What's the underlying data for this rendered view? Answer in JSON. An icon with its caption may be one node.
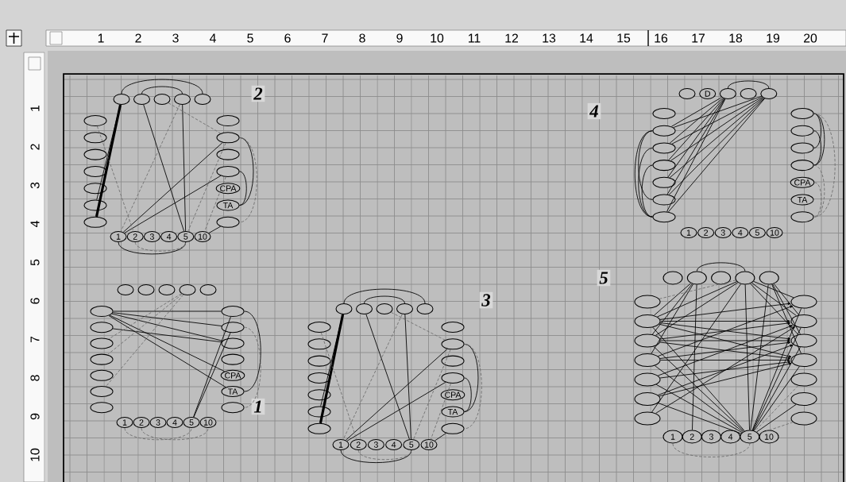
{
  "diagram": {
    "nodes": [
      {
        "text": [],
        "shape": "circle"
      },
      {
        "text": [],
        "shape": "circle"
      },
      {
        "text": [],
        "shape": "circle"
      },
      {
        "text": [],
        "shape": "circle"
      },
      {
        "text": [],
        "shape": "circle"
      },
      {
        "text": [],
        "shape": "circle"
      },
      {
        "text": [],
        "shape": "circle"
      },
      {
        "text": [],
        "shape": "circle"
      },
      {
        "text": [],
        "shape": "circle"
      },
      {
        "text": [],
        "shape": "circle"
      },
      {
        "text": [],
        "shape": "circle"
      },
      {
        "text": [],
        "shape": "circle"
      },
      {
        "text": [],
        "shape": "circle"
      },
      {
        "text": [],
        "shape": "circle"
      },
      {
        "text": [],
        "shape": "circle"
      },
      {
        "text": [],
        "shape": "circle"
      },
      {
        "text": [
          "CPA"
        ]
      },
      {
        "text": [
          "TA"
        ]
      },
      {
        "text": [],
        "shape": "circle"
      },
      {
        "text": [
          "1"
        ]
      },
      {
        "text": [
          "2"
        ]
      },
      {
        "text": [
          "3"
        ]
      },
      {
        "text": [
          "4"
        ]
      },
      {
        "text": [
          "5"
        ]
      },
      {
        "text": [
          "10"
        ]
      },
      {
        "text": [],
        "shape": "circle"
      },
      {
        "text": [
          "D"
        ]
      },
      {
        "text": [],
        "shape": "circle"
      },
      {
        "text": [],
        "shape": "circle"
      },
      {
        "text": [],
        "shape": "circle"
      },
      {
        "text": [],
        "shape": "circle"
      },
      {
        "text": [],
        "shape": "circle"
      },
      {
        "text": [],
        "shape": "circle"
      },
      {
        "text": [],
        "shape": "circle"
      },
      {
        "text": [],
        "shape": "circle"
      },
      {
        "text": [],
        "shape": "circle"
      },
      {
        "text": [],
        "shape": "circle"
      },
      {
        "text": [],
        "shape": "circle"
      },
      {
        "text": [],
        "shape": "circle"
      },
      {
        "text": [],
        "shape": "circle"
      },
      {
        "text": [],
        "shape": "circle"
      },
      {
        "text": [
          "CPA"
        ]
      },
      {
        "text": [
          "TA"
        ]
      },
      {
        "text": [],
        "shape": "circle"
      },
      {
        "text": [
          "1"
        ]
      },
      {
        "text": [
          "2"
        ]
      },
      {
        "text": [
          "3"
        ]
      },
      {
        "text": [
          "4"
        ]
      },
      {
        "text": [
          "5"
        ]
      },
      {
        "text": [
          "10"
        ]
      },
      {
        "text": [],
        "shape": "circle"
      },
      {
        "text": [],
        "shape": "circle"
      },
      {
        "text": [],
        "shape": "circle"
      },
      {
        "text": [],
        "shape": "circle"
      },
      {
        "text": [],
        "shape": "circle"
      },
      {
        "text": [],
        "shape": "circle"
      },
      {
        "text": [],
        "shape": "circle"
      },
      {
        "text": [],
        "shape": "circle"
      },
      {
        "text": [],
        "shape": "circle"
      },
      {
        "text": [],
        "shape": "circle"
      },
      {
        "text": [],
        "shape": "circle"
      },
      {
        "text": [],
        "shape": "circle"
      },
      {
        "text": [],
        "shape": "circle"
      },
      {
        "text": [],
        "shape": "circle"
      },
      {
        "text": [],
        "shape": "circle"
      },
      {
        "text": [],
        "shape": "circle"
      },
      {
        "text": [
          "CPA"
        ]
      },
      {
        "text": [
          "TA"
        ]
      },
      {
        "text": [],
        "shape": "circle"
      },
      {
        "text": [
          "1"
        ]
      },
      {
        "text": [
          "2"
        ]
      },
      {
        "text": [
          "3"
        ]
      },
      {
        "text": [
          "4"
        ]
      },
      {
        "text": [
          "5"
        ]
      },
      {
        "text": [
          "10"
        ]
      },
      {
        "text": [],
        "shape": "circle"
      },
      {
        "text": [],
        "shape": "circle"
      },
      {
        "text": [],
        "shape": "circle"
      },
      {
        "text": [],
        "shape": "circle"
      },
      {
        "text": [],
        "shape": "circle"
      },
      {
        "text": [],
        "shape": "circle"
      },
      {
        "text": [],
        "shape": "circle"
      },
      {
        "text": [],
        "shape": "circle"
      },
      {
        "text": [],
        "shape": "circle"
      },
      {
        "text": [],
        "shape": "circle"
      },
      {
        "text": [],
        "shape": "circle"
      },
      {
        "text": [],
        "shape": "circle"
      },
      {
        "text": [],
        "shape": "circle"
      },
      {
        "text": [],
        "shape": "circle"
      },
      {
        "text": [],
        "shape": "circle"
      },
      {
        "text": [],
        "shape": "circle"
      },
      {
        "text": [
          "CPA"
        ]
      },
      {
        "text": [
          "TA"
        ]
      },
      {
        "text": [],
        "shape": "circle"
      },
      {
        "text": [
          "1"
        ]
      },
      {
        "text": [
          "2"
        ]
      },
      {
        "text": [
          "3"
        ]
      },
      {
        "text": [
          "4"
        ]
      },
      {
        "text": [
          "5"
        ]
      },
      {
        "text": [
          "10"
        ]
      },
      {
        "text": [],
        "shape": "circle"
      },
      {
        "text": [],
        "shape": "circle"
      },
      {
        "text": [],
        "shape": "circle"
      },
      {
        "text": [],
        "shape": "circle"
      },
      {
        "text": [],
        "shape": "circle"
      },
      {
        "text": [],
        "shape": "circle"
      },
      {
        "text": [],
        "shape": "circle"
      },
      {
        "text": [],
        "shape": "circle"
      },
      {
        "text": [],
        "shape": "circle"
      },
      {
        "text": [],
        "shape": "circle"
      },
      {
        "text": [],
        "shape": "circle"
      },
      {
        "text": [],
        "shape": "circle"
      },
      {
        "text": [],
        "shape": "circle"
      },
      {
        "text": [],
        "shape": "circle"
      },
      {
        "text": [],
        "shape": "circle"
      },
      {
        "text": [],
        "shape": "circle"
      },
      {
        "text": [],
        "shape": "circle"
      },
      {
        "text": [],
        "shape": "circle"
      },
      {
        "text": [],
        "shape": "circle"
      },
      {
        "text": [
          "1"
        ]
      },
      {
        "text": [
          "2"
        ]
      },
      {
        "text": [
          "3"
        ]
      },
      {
        "text": [
          "4"
        ]
      },
      {
        "text": [
          "5"
        ]
      },
      {
        "text": [
          "10"
        ]
      }
    ],
    "edges": [
      {
        "from": 0,
        "to": 11,
        "arrow": "none",
        "style": "thick"
      },
      {
        "from": 0,
        "to": 10,
        "arrow": "none"
      },
      {
        "from": 1,
        "to": 23,
        "arrow": "none"
      },
      {
        "from": 3,
        "to": 23,
        "arrow": "none"
      },
      {
        "from": 13,
        "to": 19,
        "arrow": "none"
      },
      {
        "from": 15,
        "to": 19,
        "arrow": "none"
      },
      {
        "from": 13,
        "to": 17,
        "arrow": "none"
      },
      {
        "from": 15,
        "to": 17,
        "arrow": "none"
      },
      {
        "from": 18,
        "to": 24,
        "arrow": "none"
      },
      {
        "from": 0,
        "to": 4,
        "arrow": "none"
      },
      {
        "from": 1,
        "to": 3,
        "arrow": "none"
      },
      {
        "from": 19,
        "to": 23,
        "arrow": "none"
      },
      {
        "from": 2,
        "to": 13,
        "arrow": "none",
        "style": "dashed",
        "color": "#6e6e6e"
      },
      {
        "from": 3,
        "to": 19,
        "arrow": "none",
        "style": "dashed",
        "color": "#6e6e6e"
      },
      {
        "from": 5,
        "to": 20,
        "arrow": "none",
        "style": "dashed",
        "color": "#6e6e6e"
      },
      {
        "from": 13,
        "to": 18,
        "arrow": "none",
        "style": "dashed",
        "color": "#6e6e6e"
      },
      {
        "from": 13,
        "to": 23,
        "arrow": "none",
        "style": "dashed",
        "color": "#6e6e6e"
      },
      {
        "from": 15,
        "to": 24,
        "arrow": "none",
        "style": "dashed",
        "color": "#6e6e6e"
      },
      {
        "from": 20,
        "to": 23,
        "arrow": "none",
        "style": "dashed",
        "color": "#6e6e6e"
      },
      {
        "from": 27,
        "to": 31,
        "arrow": "none"
      },
      {
        "from": 27,
        "to": 32,
        "arrow": "none"
      },
      {
        "from": 27,
        "to": 33,
        "arrow": "none"
      },
      {
        "from": 27,
        "to": 34,
        "arrow": "none"
      },
      {
        "from": 27,
        "to": 35,
        "arrow": "none"
      },
      {
        "from": 27,
        "to": 36,
        "arrow": "none"
      },
      {
        "from": 29,
        "to": 31,
        "arrow": "none"
      },
      {
        "from": 29,
        "to": 32,
        "arrow": "none"
      },
      {
        "from": 29,
        "to": 33,
        "arrow": "none"
      },
      {
        "from": 29,
        "to": 34,
        "arrow": "none"
      },
      {
        "from": 29,
        "to": 35,
        "arrow": "none"
      },
      {
        "from": 29,
        "to": 36,
        "arrow": "none"
      },
      {
        "from": 31,
        "to": 36,
        "arrow": "none"
      },
      {
        "from": 32,
        "to": 36,
        "arrow": "none"
      },
      {
        "from": 31,
        "to": 35,
        "arrow": "none"
      },
      {
        "from": 33,
        "to": 36,
        "arrow": "none"
      },
      {
        "from": 27,
        "to": 29,
        "arrow": "none"
      },
      {
        "from": 37,
        "to": 40,
        "arrow": "none"
      },
      {
        "from": 38,
        "to": 40,
        "arrow": "none"
      },
      {
        "from": 37,
        "to": 39,
        "arrow": "none"
      },
      {
        "from": 37,
        "to": 43,
        "arrow": "none",
        "style": "dashed",
        "color": "#6e6e6e"
      },
      {
        "from": 41,
        "to": 43,
        "arrow": "none",
        "style": "dashed",
        "color": "#6e6e6e"
      },
      {
        "from": 40,
        "to": 43,
        "arrow": "none",
        "style": "dashed",
        "color": "#6e6e6e"
      },
      {
        "from": 55,
        "to": 62,
        "arrow": "none"
      },
      {
        "from": 55,
        "to": 63,
        "arrow": "none"
      },
      {
        "from": 55,
        "to": 64,
        "arrow": "none"
      },
      {
        "from": 55,
        "to": 66,
        "arrow": "none"
      },
      {
        "from": 55,
        "to": 67,
        "arrow": "none"
      },
      {
        "from": 56,
        "to": 64,
        "arrow": "none"
      },
      {
        "from": 73,
        "to": 62,
        "arrow": "none"
      },
      {
        "from": 73,
        "to": 63,
        "arrow": "none"
      },
      {
        "from": 62,
        "to": 67,
        "arrow": "none"
      },
      {
        "from": 53,
        "to": 60,
        "arrow": "none",
        "style": "dashed",
        "color": "#6e6e6e"
      },
      {
        "from": 53,
        "to": 58,
        "arrow": "none",
        "style": "dashed",
        "color": "#6e6e6e"
      },
      {
        "from": 53,
        "to": 57,
        "arrow": "none",
        "style": "dashed",
        "color": "#6e6e6e"
      },
      {
        "from": 63,
        "to": 68,
        "arrow": "none",
        "style": "dashed",
        "color": "#6e6e6e"
      },
      {
        "from": 69,
        "to": 73,
        "arrow": "none",
        "style": "dashed",
        "color": "#6e6e6e"
      },
      {
        "from": 70,
        "to": 74,
        "arrow": "none",
        "style": "dashed",
        "color": "#6e6e6e"
      },
      {
        "from": 75,
        "to": 86,
        "arrow": "none",
        "style": "thick"
      },
      {
        "from": 75,
        "to": 85,
        "arrow": "none"
      },
      {
        "from": 76,
        "to": 98,
        "arrow": "none"
      },
      {
        "from": 78,
        "to": 98,
        "arrow": "none"
      },
      {
        "from": 88,
        "to": 94,
        "arrow": "none"
      },
      {
        "from": 90,
        "to": 94,
        "arrow": "none"
      },
      {
        "from": 88,
        "to": 92,
        "arrow": "none"
      },
      {
        "from": 90,
        "to": 92,
        "arrow": "none"
      },
      {
        "from": 93,
        "to": 99,
        "arrow": "none"
      },
      {
        "from": 75,
        "to": 79,
        "arrow": "none"
      },
      {
        "from": 76,
        "to": 78,
        "arrow": "none"
      },
      {
        "from": 94,
        "to": 98,
        "arrow": "none"
      },
      {
        "from": 77,
        "to": 88,
        "arrow": "none",
        "style": "dashed",
        "color": "#6e6e6e"
      },
      {
        "from": 78,
        "to": 94,
        "arrow": "none",
        "style": "dashed",
        "color": "#6e6e6e"
      },
      {
        "from": 80,
        "to": 95,
        "arrow": "none",
        "style": "dashed",
        "color": "#6e6e6e"
      },
      {
        "from": 88,
        "to": 93,
        "arrow": "none",
        "style": "dashed",
        "color": "#6e6e6e"
      },
      {
        "from": 88,
        "to": 98,
        "arrow": "none",
        "style": "dashed",
        "color": "#6e6e6e"
      },
      {
        "from": 90,
        "to": 99,
        "arrow": "none",
        "style": "dashed",
        "color": "#6e6e6e"
      },
      {
        "from": 95,
        "to": 98,
        "arrow": "none",
        "style": "dashed",
        "color": "#6e6e6e"
      },
      {
        "from": 101,
        "to": 106,
        "arrow": "none"
      },
      {
        "from": 101,
        "to": 107,
        "arrow": "none"
      },
      {
        "from": 101,
        "to": 108,
        "arrow": "none"
      },
      {
        "from": 101,
        "to": 120,
        "arrow": "none"
      },
      {
        "from": 103,
        "to": 106,
        "arrow": "none"
      },
      {
        "from": 103,
        "to": 107,
        "arrow": "none"
      },
      {
        "from": 103,
        "to": 112,
        "arrow": "none"
      },
      {
        "from": 103,
        "to": 113,
        "arrow": "none"
      },
      {
        "from": 103,
        "to": 114,
        "arrow": "none"
      },
      {
        "from": 103,
        "to": 123,
        "arrow": "none"
      },
      {
        "from": 104,
        "to": 113,
        "arrow": "none"
      },
      {
        "from": 104,
        "to": 114,
        "arrow": "none"
      },
      {
        "from": 104,
        "to": 115,
        "arrow": "none"
      },
      {
        "from": 104,
        "to": 123,
        "arrow": "none"
      },
      {
        "from": 123,
        "to": 106,
        "arrow": "none"
      },
      {
        "from": 123,
        "to": 107,
        "arrow": "none"
      },
      {
        "from": 123,
        "to": 108,
        "arrow": "none"
      },
      {
        "from": 123,
        "to": 109,
        "arrow": "none"
      },
      {
        "from": 123,
        "to": 110,
        "arrow": "none"
      },
      {
        "from": 103,
        "to": 111,
        "arrow": "none"
      },
      {
        "from": 123,
        "to": 112,
        "arrow": "none"
      },
      {
        "from": 123,
        "to": 113,
        "arrow": "none"
      },
      {
        "from": 123,
        "to": 114,
        "arrow": "none"
      },
      {
        "from": 123,
        "to": 115,
        "arrow": "none"
      },
      {
        "from": 123,
        "to": 117,
        "arrow": "none"
      },
      {
        "from": 106,
        "to": 112,
        "arrow": "to"
      },
      {
        "from": 106,
        "to": 113,
        "arrow": "to"
      },
      {
        "from": 106,
        "to": 114,
        "arrow": "to"
      },
      {
        "from": 106,
        "to": 115,
        "arrow": "to"
      },
      {
        "from": 107,
        "to": 113,
        "arrow": "to"
      },
      {
        "from": 107,
        "to": 114,
        "arrow": "to"
      },
      {
        "from": 107,
        "to": 115,
        "arrow": "to"
      },
      {
        "from": 108,
        "to": 112,
        "arrow": "to"
      },
      {
        "from": 108,
        "to": 114,
        "arrow": "to"
      },
      {
        "from": 108,
        "to": 115,
        "arrow": "to"
      },
      {
        "from": 109,
        "to": 113,
        "arrow": "to"
      },
      {
        "from": 109,
        "to": 115,
        "arrow": "to"
      },
      {
        "from": 110,
        "to": 114,
        "arrow": "to"
      },
      {
        "from": 110,
        "to": 115,
        "arrow": "to"
      },
      {
        "from": 111,
        "to": 113,
        "arrow": "to"
      },
      {
        "from": 101,
        "to": 103,
        "arrow": "none"
      },
      {
        "from": 105,
        "to": 103,
        "arrow": "none",
        "style": "dashed",
        "color": "#6e6e6e"
      },
      {
        "from": 119,
        "to": 123,
        "arrow": "none",
        "style": "dashed",
        "color": "#6e6e6e"
      },
      {
        "from": 116,
        "to": 123,
        "arrow": "none",
        "style": "dashed",
        "color": "#6e6e6e"
      },
      {
        "from": 118,
        "to": 123,
        "arrow": "none",
        "style": "dashed",
        "color": "#6e6e6e"
      }
    ],
    "labels": [
      "1",
      "2",
      "3",
      "4",
      "5",
      "6",
      "7",
      "8",
      "9",
      "10",
      "11",
      "12",
      "13",
      "14",
      "15",
      "16",
      "17",
      "18",
      "19",
      "20",
      "1",
      "2",
      "3",
      "4",
      "5",
      "6",
      "7",
      "8",
      "9",
      "10",
      "2",
      "4",
      "5",
      "3",
      "1"
    ]
  }
}
